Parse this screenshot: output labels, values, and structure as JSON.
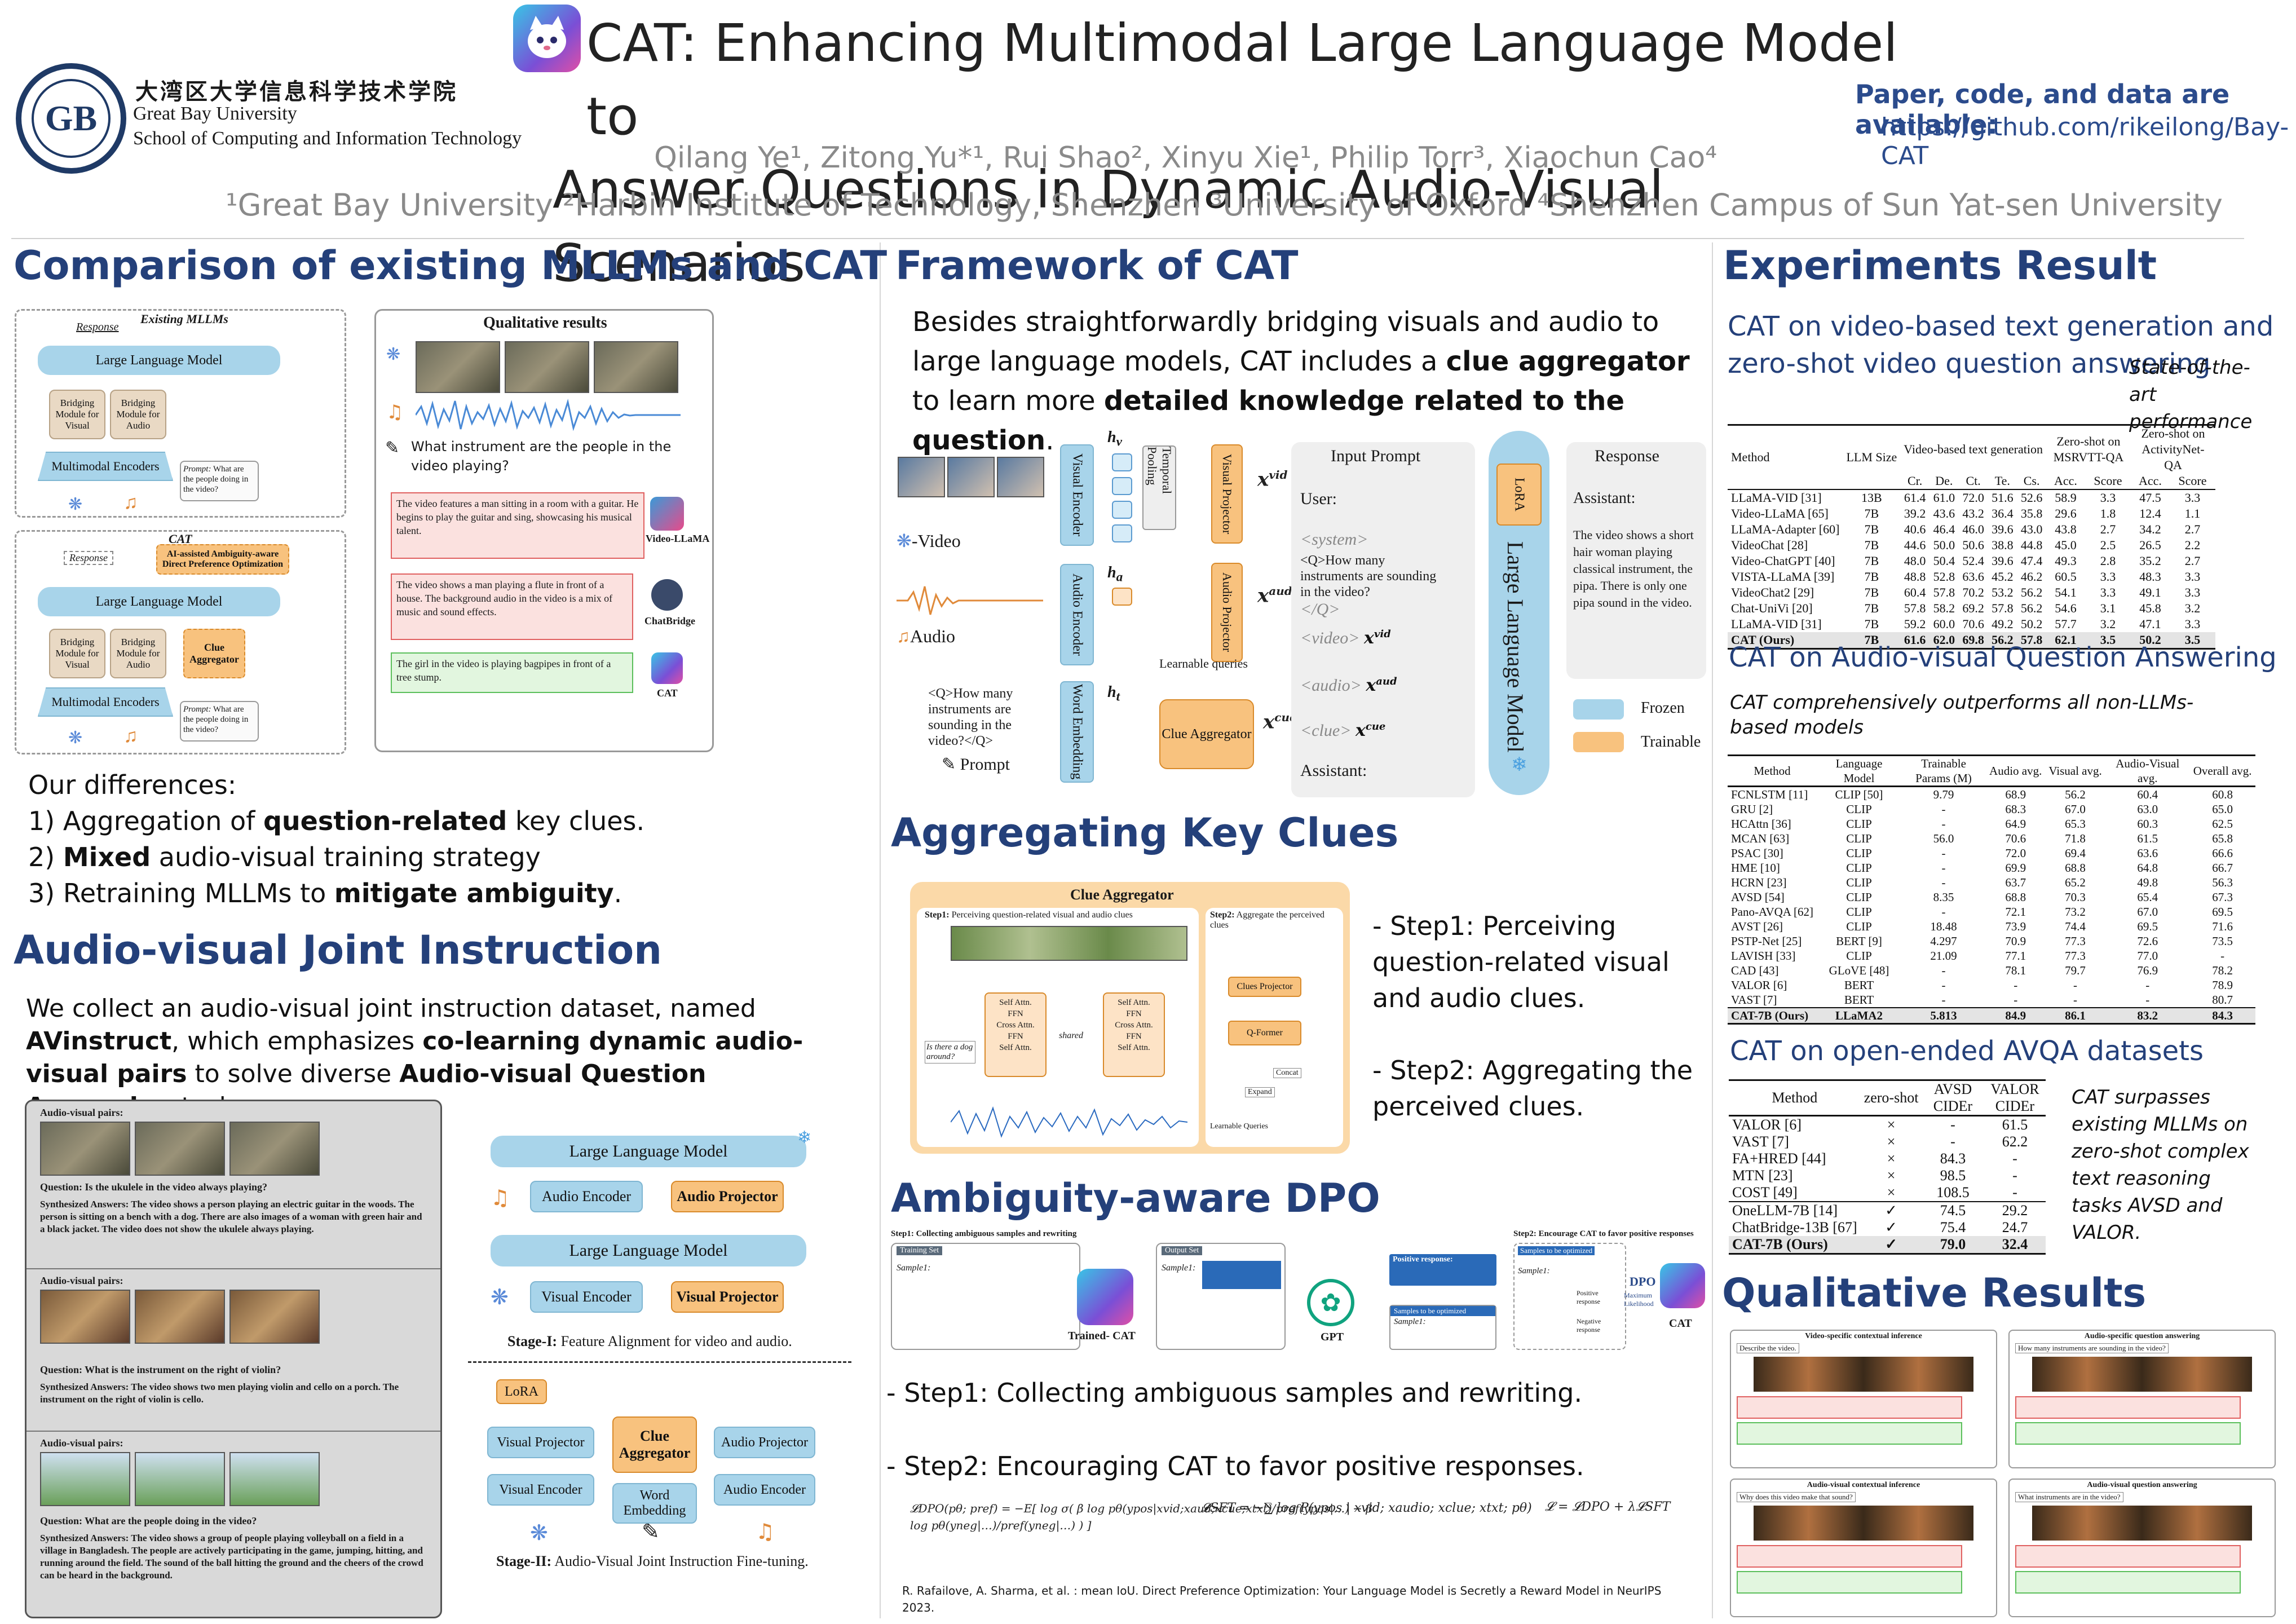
{
  "header": {
    "university_cn": "大湾区大学信息科学技术学院",
    "university_en": "Great Bay University",
    "school_en": "School of Computing and Information Technology",
    "title_line1": "CAT: Enhancing Multimodal Large Language Model to",
    "title_line2": "Answer Questions in Dynamic Audio-Visual Scenarios",
    "authors": "Qilang Ye¹, Zitong Yu*¹, Rui Shao², Xinyu Xie¹, Philip Torr³, Xiaochun Cao⁴",
    "affiliations": "¹Great Bay University  ²Harbin Institute of Technology, Shenzhen  ³University of Oxford ⁴Shenzhen Campus of Sun Yat-sen University",
    "availability_heading": "Paper, code, and data are available:",
    "availability_url": "https://github.com/rikeilong/Bay-CAT"
  },
  "comparison": {
    "heading": "Comparison of existing MLLMs and CAT",
    "existing_label": "Existing MLLMs",
    "response": "Response",
    "llm": "Large Language Model",
    "bridge_visual": "Bridging Module for Visual",
    "bridge_audio": "Bridging Module for Audio",
    "encoders": "Multimodal Encoders",
    "prompt": "Prompt:",
    "prompt_text": "What are the people doing in the video?",
    "cat_label": "CAT",
    "dpo_label": "AI-assisted Ambiguity-aware Direct Preference Optimization",
    "clue_agg": "Clue Aggregator",
    "qual_title": "Qualitative results",
    "qual_question": "What instrument are the people in the video playing?",
    "ans1": "The video features a man sitting in a room with a guitar. He begins to play the guitar and sing, showcasing his musical talent.",
    "ans1_model": "Video-LLaMA",
    "ans2": "The video shows a man playing a flute in front of a house. The background audio in the video is a mix of music and sound effects.",
    "ans2_model": "ChatBridge",
    "ans3": "The girl in the video is playing bagpipes in front of a tree stump.",
    "ans3_model": "CAT",
    "diff_heading": "Our differences:",
    "diff1_pre": "1) Aggregation of ",
    "diff1_bold": "question-related",
    "diff1_post": " key clues.",
    "diff2_pre": "2) ",
    "diff2_bold": "Mixed",
    "diff2_post": " audio-visual training strategy",
    "diff3_pre": "3) Retraining MLLMs to ",
    "diff3_bold": "mitigate ambiguity",
    "diff3_post": "."
  },
  "instruction": {
    "heading": "Audio-visual Joint Instruction",
    "p_pre": "We collect an audio-visual joint instruction dataset, named ",
    "p_bold1": "AVinstruct",
    "p_mid1": ", which emphasizes ",
    "p_bold2": "co-learning dynamic audio-visual pairs",
    "p_mid2": " to solve diverse ",
    "p_bold3": "Audio-visual Question Answering",
    "p_post": " tasks",
    "pairs_label": "Audio-visual pairs:",
    "q1": "Question: Is the ukulele in the video always playing?",
    "a1": "Synthesized Answers: The video shows a person playing an electric guitar in the woods. The person is sitting on a bench with a dog. There are also images of a woman with green hair and a black jacket. The video does not show the ukulele always playing.",
    "q2": "Question: What is the instrument on the right of violin?",
    "a2": "Synthesized Answers: The video shows two men playing violin and cello on a porch. The instrument on the right of violin is cello.",
    "q3": "Question: What are the people doing in the video?",
    "a3": "Synthesized Answers: The video shows a group of people playing volleyball on a field in a village in Bangladesh. The people are actively participating in the game, jumping, hitting, and running around the field. The sound of the ball hitting the ground and the cheers of the crowd can be heard in the background.",
    "llm": "Large Language Model",
    "audio_encoder": "Audio Encoder",
    "audio_projector": "Audio Projector",
    "visual_encoder": "Visual Encoder",
    "visual_projector": "Visual Projector",
    "stage1": "Stage-I:",
    "stage1_text": " Feature Alignment for video and audio.",
    "lora": "LoRA",
    "clue_agg": "Clue Aggregator",
    "word_emb": "Word Embedding",
    "stage2": "Stage-II:",
    "stage2_text": " Audio-Visual Joint Instruction Fine-tuning."
  },
  "framework": {
    "heading": "Framework of CAT",
    "p_pre": "Besides straightforwardly bridging visuals and audio to large language models, CAT includes a ",
    "p_bold1": "clue aggregator",
    "p_mid": " to learn more ",
    "p_bold2": "detailed knowledge related to the question",
    "p_post": ".",
    "video": "-Video",
    "audio": "Audio",
    "prompt": "Prompt",
    "q_text": "<Q>How many instruments are sounding in the video?</Q>",
    "visual_encoder": "Visual Encoder",
    "audio_encoder": "Audio Encoder",
    "word_embedding": "Word Embedding",
    "temporal_pooling": "Temporal Pooling",
    "visual_projector": "Visual Projector",
    "audio_projector": "Audio Projector",
    "learnable_queries": "Learnable queries",
    "clue_aggregator": "Clue Aggregator",
    "hv": "h",
    "ha": "h",
    "ht": "h",
    "xvid": "x",
    "xaud": "x",
    "xcue": "x",
    "input_prompt": "Input Prompt",
    "user": "User:",
    "system": "<system>",
    "q_inline": "<Q>How many instruments are sounding in the video?",
    "q_close": "</Q>",
    "video_tok": "<video>",
    "audio_tok": "<audio>",
    "clue_tok": "<clue>",
    "assistant": "Assistant:",
    "lora": "LoRA",
    "llm": "Large Language Model",
    "response": "Response",
    "resp_assistant": "Assistant:",
    "resp_text": "The video shows a short hair woman playing classical instrument, the pipa. There is only one pipa sound in the video.",
    "frozen": "Frozen",
    "trainable": "Trainable"
  },
  "aggregating": {
    "heading": "Aggregating Key Clues",
    "fig_title": "Clue Aggregator",
    "step1_label": "Step1:",
    "step1_text": " Perceiving question-related visual and audio clues",
    "step2_label": "Step2:",
    "step2_text": " Aggregate the perceived clues",
    "self_attn": "Self Attn.",
    "ffn": "FFN",
    "cross_attn": "Cross Attn.",
    "shared": "shared",
    "q_box": "Is there a dog around?",
    "clues_projector": "Clues Projector",
    "qformer": "Q-Former",
    "concat": "Concat",
    "expand": "Expand",
    "learnable_q": "Learnable Queries",
    "s1": "- Step1: Perceiving question-related visual and audio clues.",
    "s2": "- Step2: Aggregating the perceived clues."
  },
  "dpo": {
    "heading": "Ambiguity-aware DPO",
    "fig_step1": "Step1: Collecting ambiguous samples and rewriting",
    "fig_step2": "Step2: Encourage CAT to favor positive responses",
    "training_set": "Training Set",
    "sample": "Sample1:",
    "trained_cat": "Trained- CAT",
    "output_set": "Output Set",
    "gpt": "GPT",
    "pos_resp": "Positive response:",
    "samples_opt": "Samples to be optimized",
    "dpo": "DPO",
    "max_like": "Maximum Likelihood",
    "cat": "CAT",
    "pos": "Positive response",
    "neg": "Negative response",
    "s1": "- Step1: Collecting ambiguous samples and rewriting.",
    "s2": "- Step2: Encouraging CAT to favor positive responses.",
    "eq1": "𝓛DPO(pθ; pref) = −E[ log σ( β log pθ(ypos|xvid;xaud;xcue;xtxt)/pref(ypos|…) − β log pθ(yneg|…)/pref(yneg|…) ) ]",
    "eq2": "𝓛SFT = −∑ log P(ypos | xvid; xaudio; xclue; xtxt; pθ)",
    "eq3": "𝓛 = 𝓛DPO + λ𝓛SFT",
    "citation": "R. Rafailove, A. Sharma, et al. : mean IoU. Direct Preference Optimization: Your Language Model is Secretly a Reward Model in NeurIPS 2023."
  },
  "experiments": {
    "heading": "Experiments Result",
    "sub1": "CAT on video-based text generation and zero-shot video question answering",
    "sota": "State-of-the-art performance",
    "t1_header": {
      "method": "Method",
      "llm": "LLM Size",
      "vbtg": "Video-based text generation",
      "msrvtt": "Zero-shot on MSRVTT-QA",
      "anet": "Zero-shot on ActivityNet-QA",
      "cols": [
        "Cr.",
        "De.",
        "Ct.",
        "Te.",
        "Cs.",
        "Acc.",
        "Score",
        "Acc.",
        "Score"
      ]
    },
    "t1_rows": [
      [
        "LLaMA-VID [31]",
        "13B",
        "61.4",
        "61.0",
        "72.0",
        "51.6",
        "52.6",
        "58.9",
        "3.3",
        "47.5",
        "3.3"
      ],
      [
        "Video-LLaMA [65]",
        "7B",
        "39.2",
        "43.6",
        "43.2",
        "36.4",
        "35.8",
        "29.6",
        "1.8",
        "12.4",
        "1.1"
      ],
      [
        "LLaMA-Adapter [60]",
        "7B",
        "40.6",
        "46.4",
        "46.0",
        "39.6",
        "43.0",
        "43.8",
        "2.7",
        "34.2",
        "2.7"
      ],
      [
        "VideoChat [28]",
        "7B",
        "44.6",
        "50.0",
        "50.6",
        "38.8",
        "44.8",
        "45.0",
        "2.5",
        "26.5",
        "2.2"
      ],
      [
        "Video-ChatGPT [40]",
        "7B",
        "48.0",
        "50.4",
        "52.4",
        "39.6",
        "47.4",
        "49.3",
        "2.8",
        "35.2",
        "2.7"
      ],
      [
        "VISTA-LLaMA [39]",
        "7B",
        "48.8",
        "52.8",
        "63.6",
        "45.2",
        "46.2",
        "60.5",
        "3.3",
        "48.3",
        "3.3"
      ],
      [
        "VideoChat2 [29]",
        "7B",
        "60.4",
        "57.8",
        "70.2",
        "53.2",
        "56.2",
        "54.1",
        "3.3",
        "49.1",
        "3.3"
      ],
      [
        "Chat-UniVi [20]",
        "7B",
        "57.8",
        "58.2",
        "69.2",
        "57.8",
        "56.2",
        "54.6",
        "3.1",
        "45.8",
        "3.2"
      ],
      [
        "LLaMA-VID [31]",
        "7B",
        "59.2",
        "60.0",
        "70.6",
        "49.2",
        "50.2",
        "57.7",
        "3.2",
        "47.1",
        "3.3"
      ],
      [
        "CAT (Ours)",
        "7B",
        "61.6",
        "62.0",
        "69.8",
        "56.2",
        "57.8",
        "62.1",
        "3.5",
        "50.2",
        "3.5"
      ]
    ],
    "sub2": "CAT on Audio-visual Question Answering",
    "sub2_note": "CAT comprehensively outperforms all non-LLMs-based models",
    "t2_header": [
      "Method",
      "Language Model",
      "Trainable Params (M)",
      "Audio avg.",
      "Visual avg.",
      "Audio-Visual avg.",
      "Overall avg."
    ],
    "t2_rows": [
      [
        "FCNLSTM [11]",
        "CLIP [50]",
        "9.79",
        "68.9",
        "56.2",
        "60.4",
        "60.8"
      ],
      [
        "GRU [2]",
        "CLIP",
        "-",
        "68.3",
        "67.0",
        "63.0",
        "65.0"
      ],
      [
        "HCAttn [36]",
        "CLIP",
        "-",
        "64.9",
        "65.3",
        "60.3",
        "62.5"
      ],
      [
        "MCAN [63]",
        "CLIP",
        "56.0",
        "70.6",
        "71.8",
        "61.5",
        "65.8"
      ],
      [
        "PSAC [30]",
        "CLIP",
        "-",
        "72.0",
        "69.4",
        "63.6",
        "66.6"
      ],
      [
        "HME [10]",
        "CLIP",
        "-",
        "69.9",
        "68.8",
        "64.8",
        "66.7"
      ],
      [
        "HCRN [23]",
        "CLIP",
        "-",
        "63.7",
        "65.2",
        "49.8",
        "56.3"
      ],
      [
        "AVSD [54]",
        "CLIP",
        "8.35",
        "68.8",
        "70.3",
        "65.4",
        "67.3"
      ],
      [
        "Pano-AVQA [62]",
        "CLIP",
        "-",
        "72.1",
        "73.2",
        "67.0",
        "69.5"
      ],
      [
        "AVST [26]",
        "CLIP",
        "18.48",
        "73.9",
        "74.4",
        "69.5",
        "71.6"
      ],
      [
        "PSTP-Net [25]",
        "BERT [9]",
        "4.297",
        "70.9",
        "77.3",
        "72.6",
        "73.5"
      ],
      [
        "LAVISH [33]",
        "CLIP",
        "21.09",
        "77.1",
        "77.3",
        "77.0",
        "-"
      ],
      [
        "CAD [43]",
        "GLoVE [48]",
        "-",
        "78.1",
        "79.7",
        "76.9",
        "78.2"
      ],
      [
        "VALOR [6]",
        "BERT",
        "-",
        "-",
        "-",
        "-",
        "78.9"
      ],
      [
        "VAST [7]",
        "BERT",
        "-",
        "-",
        "-",
        "-",
        "80.7"
      ],
      [
        "CAT-7B (Ours)",
        "LLaMA2",
        "5.813",
        "84.9",
        "86.1",
        "83.2",
        "84.3"
      ]
    ],
    "sub3": "CAT on open-ended AVQA datasets",
    "t3_header": [
      "Method",
      "zero-shot",
      "AVSD CIDEr",
      "VALOR CIDEr"
    ],
    "t3_rows": [
      [
        "VALOR [6]",
        "×",
        "-",
        "61.5"
      ],
      [
        "VAST [7]",
        "×",
        "-",
        "62.2"
      ],
      [
        "FA+HRED [44]",
        "×",
        "84.3",
        "-"
      ],
      [
        "MTN [23]",
        "×",
        "98.5",
        "-"
      ],
      [
        "COST [49]",
        "×",
        "108.5",
        "-"
      ],
      [
        "OneLLM-7B [14]",
        "✓",
        "74.5",
        "29.2"
      ],
      [
        "ChatBridge-13B [67]",
        "✓",
        "75.4",
        "24.7"
      ],
      [
        "CAT-7B (Ours)",
        "✓",
        "79.0",
        "32.4"
      ]
    ],
    "sub3_note": "CAT surpasses existing MLLMs on zero-shot complex text reasoning tasks AVSD and VALOR.",
    "qual_heading": "Qualitative Results",
    "q_panels": [
      {
        "title": "Video-specific contextual inference",
        "q": "Describe the video."
      },
      {
        "title": "Audio-specific question answering",
        "q": "How many instruments are sounding in the video?"
      },
      {
        "title": "Audio-visual contextual inference",
        "q": "Why does this video make that sound?"
      },
      {
        "title": "Audio-visual question answering",
        "q": "What instruments are in the video?"
      }
    ]
  }
}
